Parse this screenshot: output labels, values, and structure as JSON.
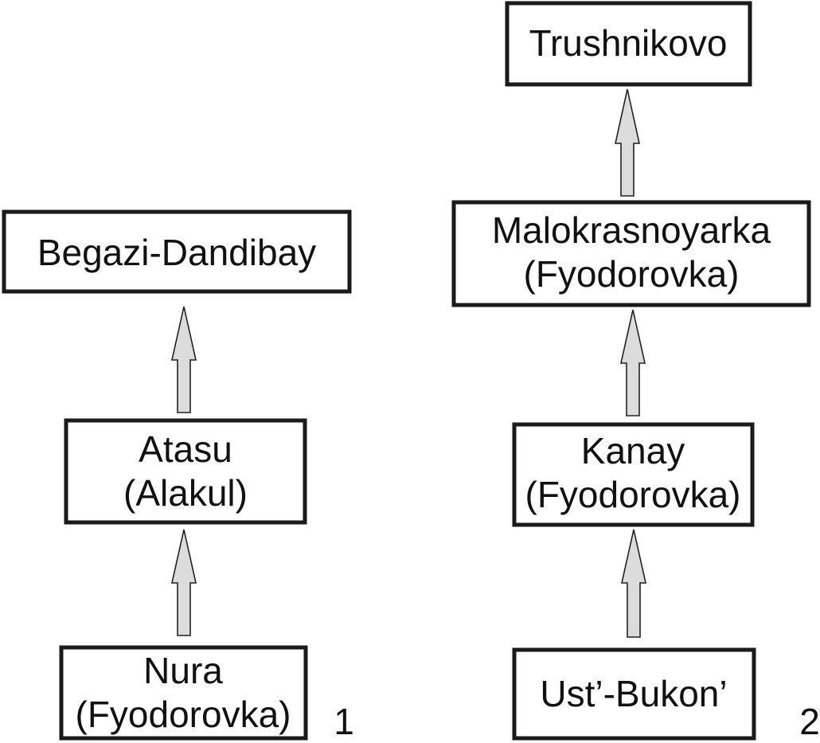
{
  "diagram": {
    "sequence_1": {
      "label": "1",
      "nodes": [
        {
          "lines": [
            "Nura",
            "(Fyodorovka)"
          ]
        },
        {
          "lines": [
            "Atasu",
            "(Alakul)"
          ]
        },
        {
          "lines": [
            "Begazi-Dandibay"
          ]
        }
      ]
    },
    "sequence_2": {
      "label": "2",
      "nodes": [
        {
          "lines": [
            "Ust’-Bukon’"
          ]
        },
        {
          "lines": [
            "Kanay",
            "(Fyodorovka)"
          ]
        },
        {
          "lines": [
            "Malokrasnoyarka",
            "(Fyodorovka)"
          ]
        },
        {
          "lines": [
            "Trushnikovo"
          ]
        }
      ]
    },
    "colors": {
      "arrow_fill": "#dcdcdc",
      "stroke": "#1a1a1a"
    }
  }
}
